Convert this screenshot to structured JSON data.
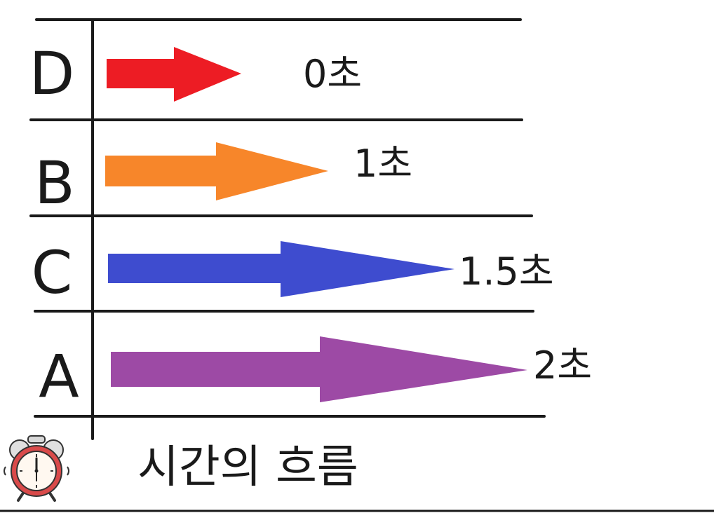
{
  "rows": [
    {
      "letter": "D",
      "time_label": "0초",
      "color": "#ed1c24"
    },
    {
      "letter": "B",
      "time_label": "1초",
      "color": "#f7862a"
    },
    {
      "letter": "C",
      "time_label": "1.5초",
      "color": "#3e4ccf"
    },
    {
      "letter": "A",
      "time_label": "2초",
      "color": "#9d4aa5"
    }
  ],
  "footer": {
    "label": "시간의 흐름",
    "icon": "alarm-clock-icon"
  }
}
